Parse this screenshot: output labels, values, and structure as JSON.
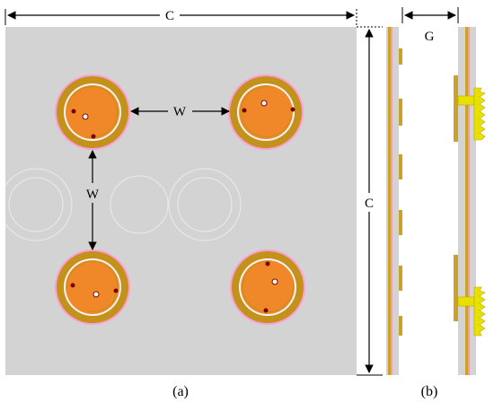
{
  "labels": {
    "dim_c_top": "C",
    "dim_c_right": "C",
    "dim_w_horizontal": "W",
    "dim_w_vertical": "W",
    "dim_g": "G",
    "caption_a": "(a)",
    "caption_b": "(b)"
  },
  "colors": {
    "substrate": "#d3d3d3",
    "patch": "#f0882a",
    "patch_border": "#c4961a",
    "ring_outer": "#c2921a",
    "ring_gap": "#ff9ed4",
    "slot": "#fdf2f7",
    "via": "#7a0000",
    "feed": "#ffffff",
    "profile_copper": "#c9a227",
    "profile_layer": "#e8a0b8",
    "connector": "#e8e000",
    "arrow": "#000000"
  }
}
